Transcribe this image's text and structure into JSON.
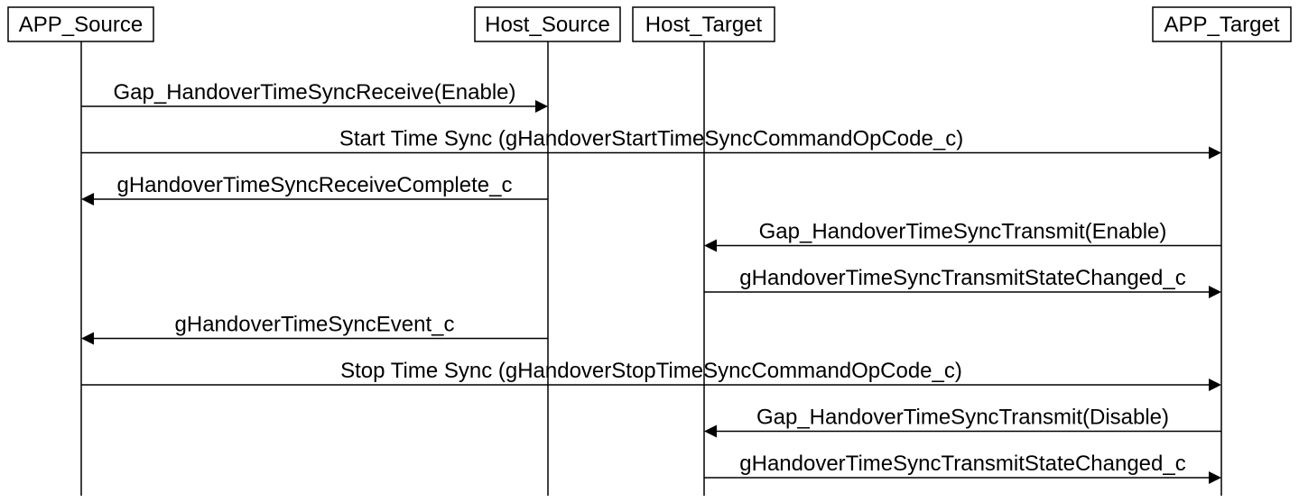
{
  "participants": [
    {
      "id": "app_source",
      "label": "APP_Source"
    },
    {
      "id": "host_source",
      "label": "Host_Source"
    },
    {
      "id": "host_target",
      "label": "Host_Target"
    },
    {
      "id": "app_target",
      "label": "APP_Target"
    }
  ],
  "messages": [
    {
      "from": "app_source",
      "to": "host_source",
      "label": "Gap_HandoverTimeSyncReceive(Enable)"
    },
    {
      "from": "app_source",
      "to": "app_target",
      "label": "Start Time Sync (gHandoverStartTimeSyncCommandOpCode_c)"
    },
    {
      "from": "host_source",
      "to": "app_source",
      "label": "gHandoverTimeSyncReceiveComplete_c"
    },
    {
      "from": "app_target",
      "to": "host_target",
      "label": "Gap_HandoverTimeSyncTransmit(Enable)"
    },
    {
      "from": "host_target",
      "to": "app_target",
      "label": "gHandoverTimeSyncTransmitStateChanged_c"
    },
    {
      "from": "host_source",
      "to": "app_source",
      "label": "gHandoverTimeSyncEvent_c"
    },
    {
      "from": "app_source",
      "to": "app_target",
      "label": "Stop Time Sync (gHandoverStopTimeSyncCommandOpCode_c)"
    },
    {
      "from": "app_target",
      "to": "host_target",
      "label": "Gap_HandoverTimeSyncTransmit(Disable)"
    },
    {
      "from": "host_target",
      "to": "app_target",
      "label": "gHandoverTimeSyncTransmitStateChanged_c"
    }
  ]
}
